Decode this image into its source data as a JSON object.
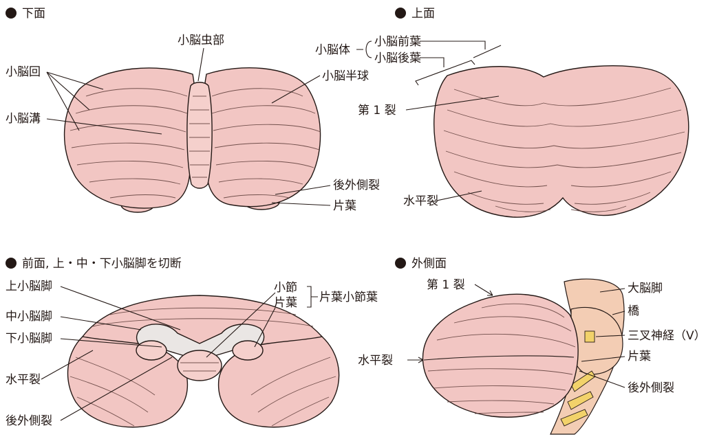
{
  "views": {
    "inferior": {
      "title": "下面",
      "labels": {
        "vermis": "小脳虫部",
        "folia": "小脳回",
        "hemisphere": "小脳半球",
        "sulci": "小脳溝",
        "posterolateral_fissure": "後外側裂",
        "flocculus": "片葉"
      }
    },
    "superior": {
      "title": "上面",
      "labels": {
        "corpus": "小脳体",
        "anterior_lobe": "小脳前葉",
        "posterior_lobe": "小脳後葉",
        "primary_fissure": "第 1 裂",
        "horizontal_fissure": "水平裂"
      }
    },
    "anterior": {
      "title": "前面, 上・中・下小脳脚を切断",
      "labels": {
        "superior_peduncle": "上小脳脚",
        "middle_peduncle": "中小脳脚",
        "inferior_peduncle": "下小脳脚",
        "horizontal_fissure": "水平裂",
        "posterolateral_fissure": "後外側裂",
        "nodulus": "小節",
        "flocculus": "片葉",
        "flocculonodular_lobe": "片葉小節葉"
      }
    },
    "lateral": {
      "title": "外側面",
      "labels": {
        "primary_fissure": "第 1 裂",
        "cerebral_peduncle": "大脳脚",
        "pons": "橋",
        "trigeminal_nerve": "三叉神経（V）",
        "horizontal_fissure": "水平裂",
        "flocculus": "片葉",
        "posterolateral_fissure": "後外側裂"
      }
    }
  },
  "colors": {
    "cerebellum": "#f2c6c3",
    "outline": "#231815",
    "cut_surface": "#eae6e4",
    "brainstem": "#f3cdb4",
    "nerve": "#f2d26a"
  }
}
